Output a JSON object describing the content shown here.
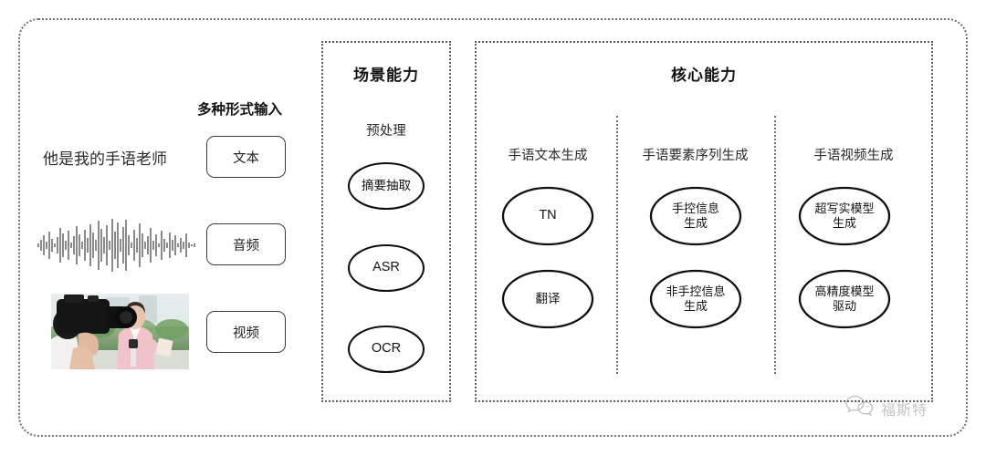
{
  "diagram": {
    "input_section": {
      "heading": "多种形式输入",
      "sample_text": "他是我的手语老师",
      "modalities": [
        {
          "label": "文本",
          "media": "text-sample"
        },
        {
          "label": "音频",
          "media": "audio-waveform"
        },
        {
          "label": "视频",
          "media": "video-thumbnail"
        }
      ]
    },
    "scene_capability": {
      "title": "场景能力",
      "subtitle": "预处理",
      "nodes": [
        {
          "label": "摘要抽取"
        },
        {
          "label": "ASR"
        },
        {
          "label": "OCR"
        }
      ]
    },
    "core_capability": {
      "title": "核心能力",
      "columns": [
        {
          "label": "手语文本生成",
          "nodes": [
            {
              "label": "TN"
            },
            {
              "label": "翻译"
            }
          ]
        },
        {
          "label": "手语要素序列生成",
          "nodes": [
            {
              "label": "手控信息\n生成"
            },
            {
              "label": "非手控信息\n生成"
            }
          ]
        },
        {
          "label": "手语视频生成",
          "nodes": [
            {
              "label": "超写实模型\n生成"
            },
            {
              "label": "高精度模型\n驱动"
            }
          ]
        }
      ]
    },
    "watermark": {
      "icon": "wechat-bubbles-icon",
      "text": "福斯特"
    },
    "colors": {
      "background": "#ffffff",
      "stroke": "#1c1c1c",
      "dotted_border": "#6f6f6f",
      "text": "#1c1c1c",
      "watermark": "#8a8a8a"
    }
  }
}
